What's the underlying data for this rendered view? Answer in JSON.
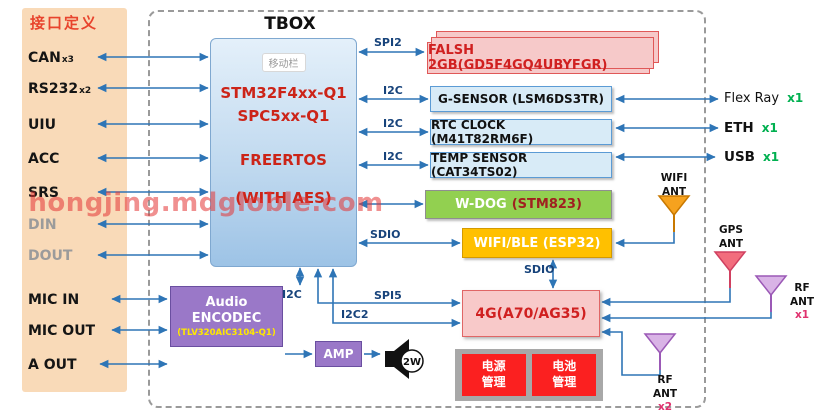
{
  "watermark": "hongjing.mdgloble.com",
  "colors": {
    "arrow_blue": "#2E75B6",
    "panel_title_red": "#E8432C",
    "interface_green": "#00B050",
    "mcu_text_red": "#CC2418"
  },
  "panel": {
    "title": "接口定义",
    "items": [
      {
        "label": "CAN",
        "sub": "x3"
      },
      {
        "label": "RS232",
        "sub": "x2"
      },
      {
        "label": "UIU",
        "sub": ""
      },
      {
        "label": "ACC",
        "sub": ""
      },
      {
        "label": "SRS",
        "sub": ""
      },
      {
        "label": "DIN",
        "sub": ""
      },
      {
        "label": "DOUT",
        "sub": ""
      },
      {
        "label": "MIC IN",
        "sub": ""
      },
      {
        "label": "MIC OUT",
        "sub": ""
      },
      {
        "label": "A OUT",
        "sub": ""
      }
    ]
  },
  "tbox_title": "TBOX",
  "mcu": {
    "tag": "移动栏",
    "lines": [
      "STM32F4xx-Q1",
      "SPC5xx-Q1",
      "FREERTOS",
      "(WITH AES)"
    ]
  },
  "blocks": {
    "flash": "FALSH 2GB(GD5F4GQ4UBYFGR)",
    "gsensor": "G-SENSOR (LSM6DS3TR)",
    "rtc": "RTC CLOCK (M41T82RM6F)",
    "temp": "TEMP SENSOR (CAT34TS02)",
    "wdog_name": "W-DOG",
    "wdog_part": "(STM823)",
    "wifible": "WIFI/BLE (ESP32)",
    "g4": "4G(A70/AG35)",
    "audio1": "Audio",
    "audio2": "ENCODEC",
    "audio3": "(TLV320AIC3104-Q1)",
    "amp": "AMP",
    "speaker": "2W",
    "power": "电源管理",
    "battery": "电池管理"
  },
  "buses": {
    "spi2": "SPI2",
    "i2c_g": "I2C",
    "i2c_rtc": "I2C",
    "i2c_temp": "I2C",
    "sdio_wifi": "SDIO",
    "i2c_audio": "I2C",
    "spi5": "SPI5",
    "i2c2": "I2C2",
    "sdio_4g": "SDIO"
  },
  "right": {
    "flexray": {
      "label": "Flex Ray",
      "sub": "x1"
    },
    "eth": {
      "label": "ETH",
      "sub": "x1"
    },
    "usb": {
      "label": "USB",
      "sub": "x1"
    },
    "wifi_ant": "WIFI ANT",
    "gps_ant": "GPS ANT",
    "rf_ant1": {
      "label": "RF ANT",
      "sub": "x1"
    },
    "rf_ant2": {
      "label": "RF ANT",
      "sub": "x2"
    }
  }
}
